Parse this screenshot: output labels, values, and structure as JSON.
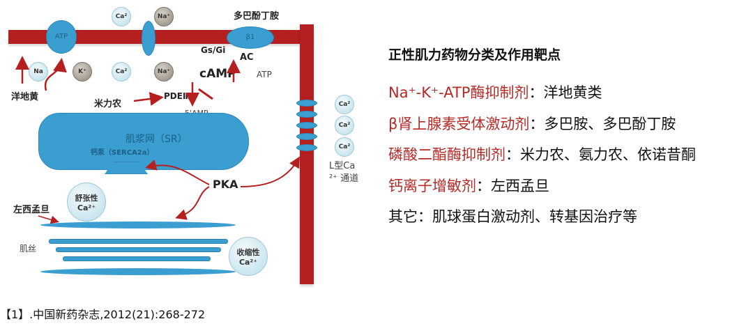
{
  "diagram": {
    "labels": {
      "atp_pump": "ATP",
      "dobutamine_top": "多巴酚丁胺",
      "beta1": "β1",
      "gs_gi": "Gs/Gi",
      "ac": "AC",
      "atp": "ATP",
      "camp": "cAMP",
      "digoxin": "洋地黄",
      "milrinone": "米力农",
      "pde3": "PDEⅢ",
      "amp5": "5'AMP",
      "sr": "肌浆网（SR）",
      "serca": "钙泵（SERCA2a）",
      "pka": "PKA",
      "relax_ca": "舒张性",
      "relax_ca2": "Ca²⁺",
      "levosimendan": "左西孟旦",
      "myofilament": "肌丝",
      "contract_ca": "收缩性",
      "contract_ca2": "Ca²⁺",
      "l_channel": "L型Ca",
      "l_channel2": "²⁺ 通道"
    },
    "ions": {
      "ca": "Ca²",
      "na": "Na⁺",
      "k": "K⁺",
      "na_in": "Na"
    }
  },
  "panel": {
    "title": "正性肌力药物分类及作用靶点",
    "items": [
      {
        "category": "Na⁺-K⁺-ATP酶抑制剂",
        "drugs": "：洋地黄类"
      },
      {
        "category": "β肾上腺素受体激动剂",
        "drugs": "：多巴胺、多巴酚丁胺"
      },
      {
        "category": "磷酸二酯酶抑制剂",
        "drugs": "：米力农、氨力农、依诺昔酮"
      },
      {
        "category": "钙离子增敏剂",
        "drugs": "：左西孟旦"
      },
      {
        "category": "",
        "drugs": "其它：肌球蛋白激动剂、转基因治疗等"
      }
    ],
    "accent_color": "#b52a26"
  },
  "footnote": "【1】.中国新药杂志,2012(21):268-272"
}
